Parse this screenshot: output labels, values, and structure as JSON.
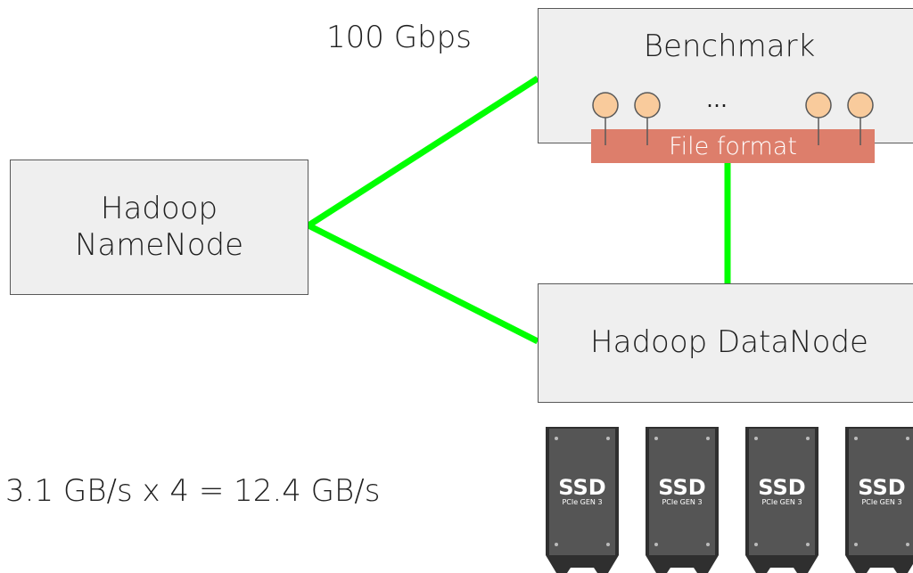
{
  "nodes": {
    "namenode": "Hadoop\nNameNode",
    "benchmark": "Benchmark",
    "datanode": "Hadoop DataNode"
  },
  "labels": {
    "link_speed": "100 Gbps",
    "ssd_throughput": "3.1 GB/s x 4 = 12.4 GB/s",
    "ellipsis": "…",
    "file_format": "File format"
  },
  "ssd": {
    "count": 4,
    "brand": "SSD",
    "interface": "PCIe GEN 3"
  },
  "colors": {
    "link": "#00ff00",
    "file_format_bar": "#dd7e6b",
    "reader": "#f9cb9c",
    "box_fill": "#efefef"
  }
}
